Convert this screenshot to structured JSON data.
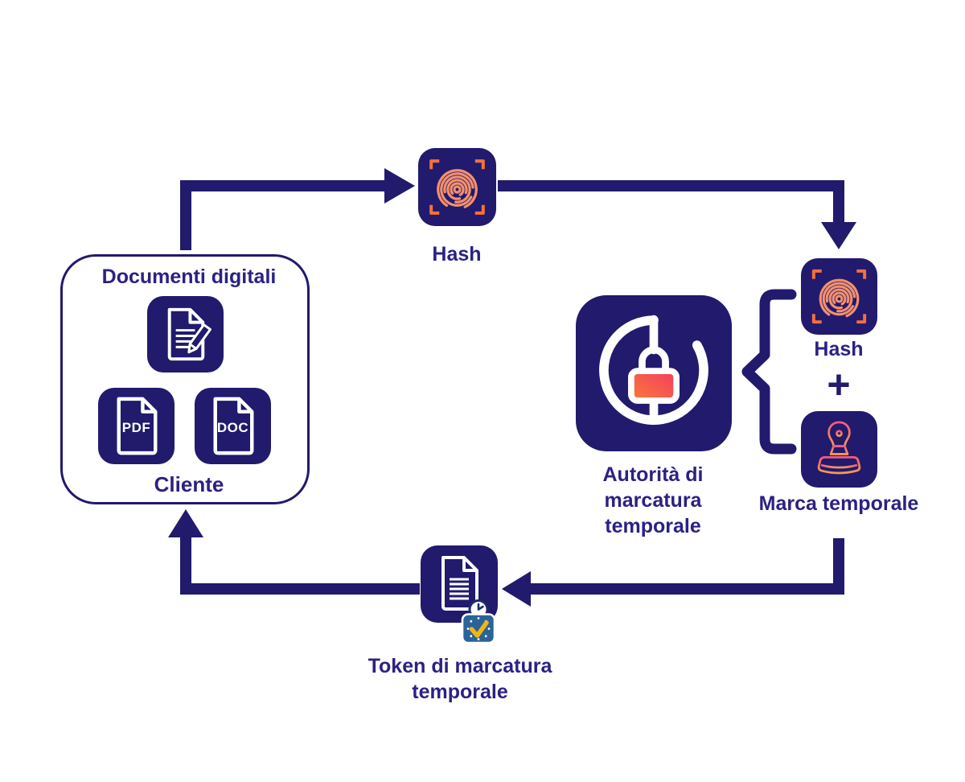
{
  "colors": {
    "navy": "#211a6d",
    "text_navy": "#2b2184",
    "fingerprint_orange": "#f5906b",
    "bracket_orange": "#f4703c",
    "lock_gradient_start": "#f97b36",
    "lock_gradient_end": "#f43b64",
    "stamp_gradient_start": "#ef5a7d",
    "stamp_gradient_end": "#f59a52",
    "badge_blue": "#2a6398",
    "badge_check_gold": "#f2b611"
  },
  "nodes": {
    "client": {
      "title": "Documenti digitali",
      "label": "Cliente",
      "files": [
        "PDF",
        "DOC"
      ]
    },
    "hash_top": {
      "label": "Hash"
    },
    "hash_right": {
      "label": "Hash"
    },
    "plus": "+",
    "stamp": {
      "label": "Marca temporale"
    },
    "authority": {
      "label_line1": "Autorità di",
      "label_line2": "marcatura",
      "label_line3": "temporale"
    },
    "token": {
      "label_line1": "Token di marcatura",
      "label_line2": "temporale"
    }
  },
  "icons": {
    "hash_top": "fingerprint-scan-icon",
    "hash_right": "fingerprint-scan-icon",
    "client_document": "document-pencil-icon",
    "client_pdf": "pdf-file-icon",
    "client_doc": "doc-file-icon",
    "authority": "lock-in-circle-icon",
    "stamp": "rubber-stamp-icon",
    "token": "document-icon",
    "token_badge": "timestamp-seal-icon",
    "plus": "+"
  }
}
